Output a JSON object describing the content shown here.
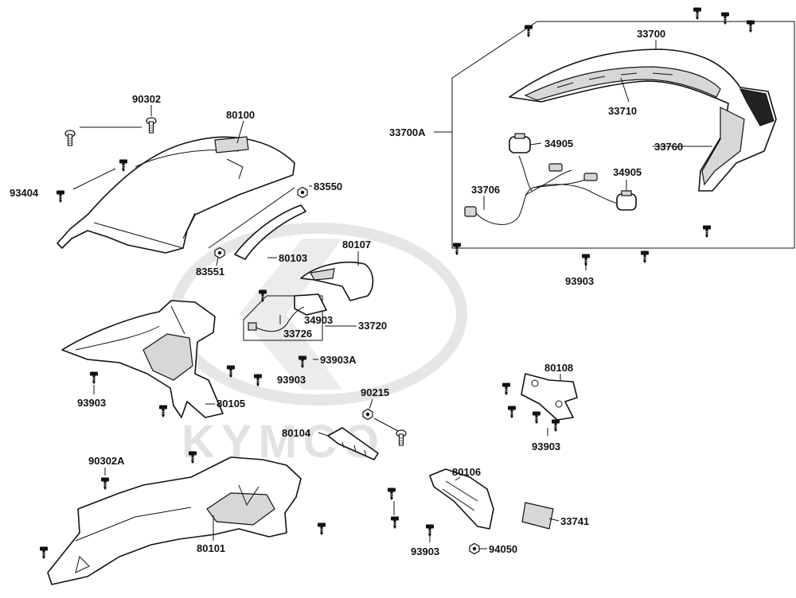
{
  "watermark": {
    "brand": "KYMCO"
  },
  "labels": {
    "l90302": "90302",
    "l80100": "80100",
    "l93404": "93404",
    "l83550": "83550",
    "l80103": "80103",
    "l83551": "83551",
    "l80107": "80107",
    "l34903": "34903",
    "l33720": "33720",
    "l33726": "33726",
    "l93903A": "93903A",
    "l93903_a": "93903",
    "l93903_b": "93903",
    "l80105": "80105",
    "l90215": "90215",
    "l80104": "80104",
    "l90302A": "90302A",
    "l80101": "80101",
    "l80106": "80106",
    "l93903_c": "93903",
    "l94050": "94050",
    "l33741": "33741",
    "l80108": "80108",
    "l93903_d": "93903",
    "l33700": "33700",
    "l33700A": "33700A",
    "l33710": "33710",
    "l34905_a": "34905",
    "l33760": "33760",
    "l34905_b": "34905",
    "l33706": "33706",
    "l93903_e": "93903"
  },
  "icons": {
    "screw": "screw-icon",
    "bolt": "bolt-icon",
    "nut": "nut-icon"
  }
}
